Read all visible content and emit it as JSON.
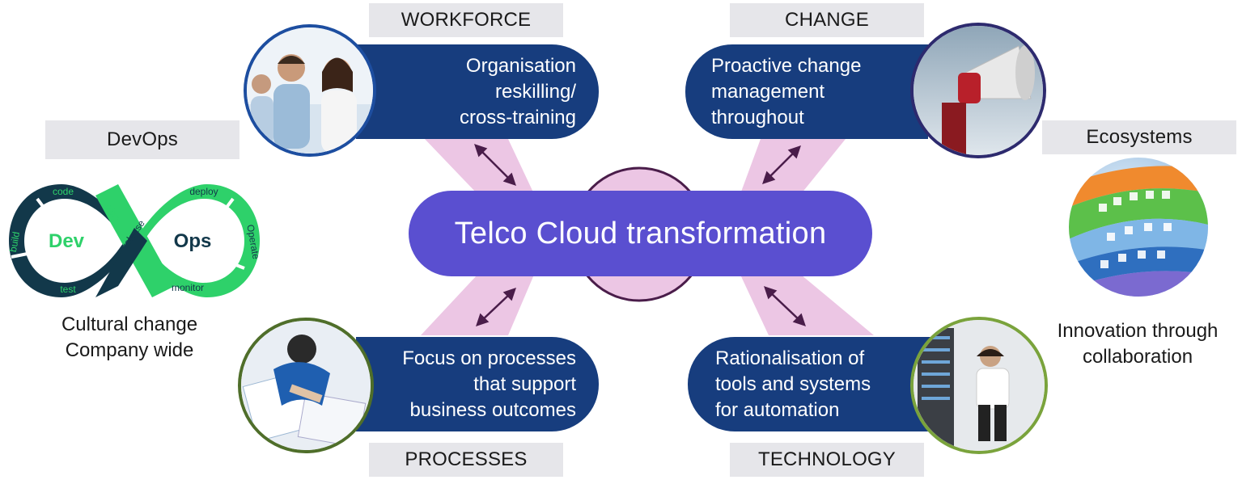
{
  "center": {
    "title": "Telco Cloud transformation"
  },
  "workforce": {
    "heading": "WORKFORCE",
    "lines": [
      "Organisation",
      "reskilling/",
      "cross-training"
    ]
  },
  "change": {
    "heading": "CHANGE",
    "lines": [
      "Proactive change",
      "management",
      "throughout"
    ]
  },
  "processes": {
    "heading": "PROCESSES",
    "lines": [
      "Focus on processes",
      "that support",
      "business outcomes"
    ]
  },
  "technology": {
    "heading": "TECHNOLOGY",
    "lines": [
      "Rationalisation of",
      "tools and systems",
      "for automation"
    ]
  },
  "devops": {
    "heading": "DevOps",
    "caption": [
      "Cultural change",
      "Company wide"
    ],
    "logo_words": {
      "dev": "Dev",
      "ops": "Ops",
      "code": "code",
      "build": "build",
      "test": "test",
      "plan": "plan",
      "release": "release",
      "deploy": "deploy",
      "operate": "Operate",
      "monitor": "monitor"
    }
  },
  "ecosystems": {
    "heading": "Ecosystems",
    "caption": [
      "Innovation through",
      "collaboration"
    ]
  },
  "colors": {
    "navy": "#173d7e",
    "purple": "#5a4fd0",
    "pink": "#ecc6e4",
    "arrow": "#4a1d4a",
    "green": "#2ed16a",
    "dark_teal": "#12384a"
  }
}
